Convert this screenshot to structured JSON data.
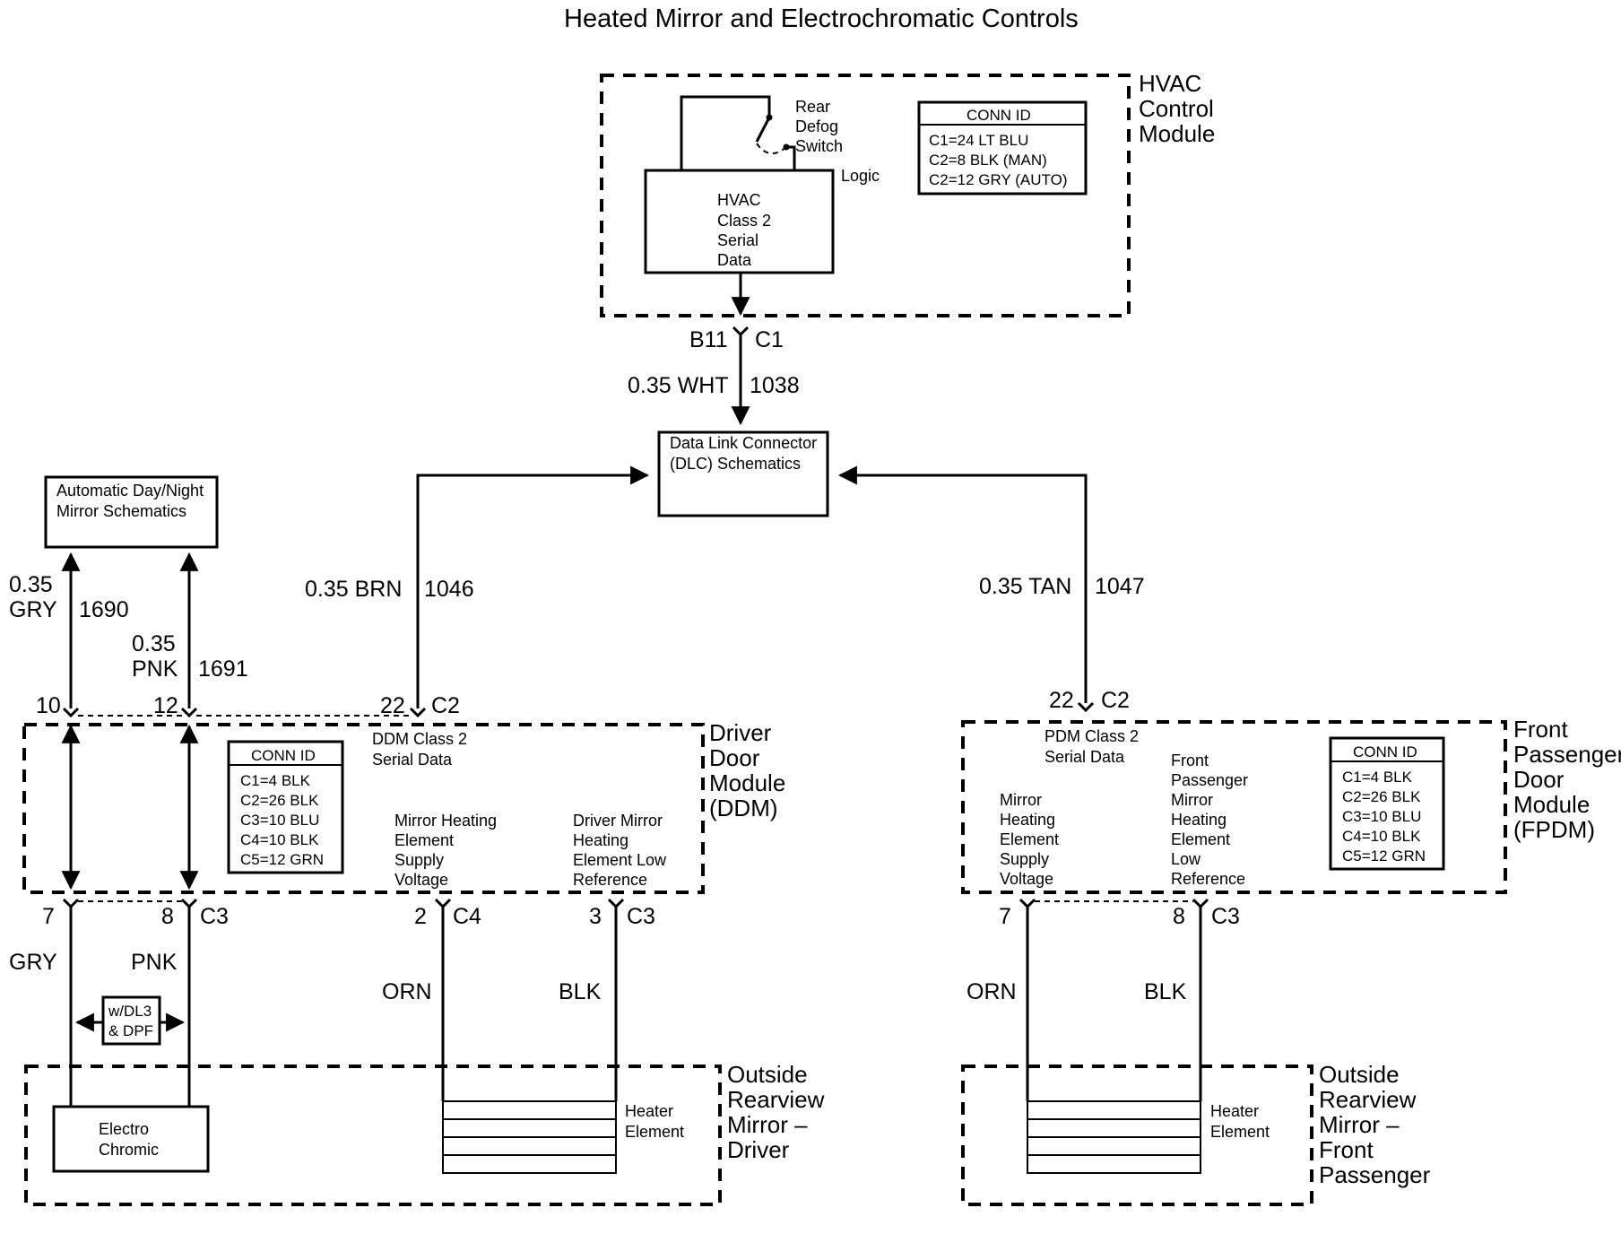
{
  "title": "Heated Mirror and Electrochromatic Controls",
  "hvac": {
    "module_name": [
      "HVAC",
      "Control",
      "Module"
    ],
    "switch_label": [
      "Rear",
      "Defog",
      "Switch"
    ],
    "logic_label": "Logic",
    "inner_box": [
      "HVAC",
      "Class 2",
      "Serial",
      "Data"
    ],
    "conn_id_title": "CONN ID",
    "conn_ids": [
      "C1=24 LT BLU",
      "C2=8 BLK (MAN)",
      "C2=12 GRY (AUTO)"
    ],
    "pins": {
      "left": "B11",
      "right": "C1"
    }
  },
  "wire_1038": {
    "gauge_color": "0.35 WHT",
    "circuit": "1038"
  },
  "dlc": {
    "lines": [
      "Data Link Connector",
      "(DLC) Schematics"
    ]
  },
  "auto_mirror": {
    "lines": [
      "Automatic Day/Night",
      "Mirror Schematics"
    ]
  },
  "wire_1690": {
    "gauge": "0.35",
    "color": "GRY",
    "circuit": "1690"
  },
  "wire_1691": {
    "gauge": "0.35",
    "color": "PNK",
    "circuit": "1691"
  },
  "wire_1046": {
    "gauge_color": "0.35 BRN",
    "circuit": "1046"
  },
  "wire_1047": {
    "gauge_color": "0.35 TAN",
    "circuit": "1047"
  },
  "ddm": {
    "module_name": [
      "Driver",
      "Door",
      "Module",
      "(DDM)"
    ],
    "top_pins": {
      "p10": "10",
      "p12": "12",
      "p22": "22",
      "conn": "C2"
    },
    "serial_label": [
      "DDM Class 2",
      "Serial Data"
    ],
    "conn_id_title": "CONN ID",
    "conn_ids": [
      "C1=4 BLK",
      "C2=26 BLK",
      "C3=10 BLU",
      "C4=10 BLK",
      "C5=12 GRN"
    ],
    "supply_label": [
      "Mirror Heating",
      "Element",
      "Supply",
      "Voltage"
    ],
    "low_ref_label": [
      "Driver Mirror",
      "Heating",
      "Element Low",
      "Reference"
    ],
    "bottom_pins": {
      "p7": "7",
      "p8": "8",
      "c3a": "C3",
      "p2": "2",
      "c4": "C4",
      "p3": "3",
      "c3b": "C3"
    }
  },
  "driver_wires": {
    "gry": "GRY",
    "pnk": "PNK",
    "orn": "ORN",
    "blk": "BLK",
    "option": [
      "w/DL3",
      "& DPF"
    ]
  },
  "fpdm": {
    "module_name": [
      "Front",
      "Passenger",
      "Door",
      "Module",
      "(FPDM)"
    ],
    "top_pins": {
      "p22": "22",
      "conn": "C2"
    },
    "serial_label": [
      "PDM Class 2",
      "Serial Data"
    ],
    "supply_label": [
      "Mirror",
      "Heating",
      "Element",
      "Supply",
      "Voltage"
    ],
    "low_ref_label": [
      "Front",
      "Passenger",
      "Mirror",
      "Heating",
      "Element",
      "Low",
      "Reference"
    ],
    "conn_id_title": "CONN ID",
    "conn_ids": [
      "C1=4 BLK",
      "C2=26 BLK",
      "C3=10 BLU",
      "C4=10 BLK",
      "C5=12 GRN"
    ],
    "bottom_pins": {
      "p7": "7",
      "p8": "8",
      "conn": "C3"
    }
  },
  "passenger_wires": {
    "orn": "ORN",
    "blk": "BLK"
  },
  "driver_mirror": {
    "name": [
      "Outside",
      "Rearview",
      "Mirror –",
      "Driver"
    ],
    "electro": [
      "Electro",
      "Chromic"
    ],
    "heater": [
      "Heater",
      "Element"
    ]
  },
  "passenger_mirror": {
    "name": [
      "Outside",
      "Rearview",
      "Mirror –",
      "Front",
      "Passenger"
    ],
    "heater": [
      "Heater",
      "Element"
    ]
  }
}
